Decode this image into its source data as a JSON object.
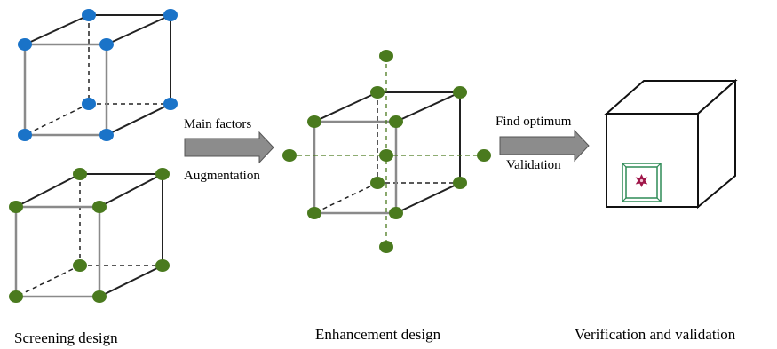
{
  "captions": {
    "screening": "Screening design",
    "enhancement": "Enhancement design",
    "verification": "Verification and validation"
  },
  "arrows": {
    "first": {
      "top_label": "Main factors",
      "bottom_label": "Augmentation"
    },
    "second": {
      "top_label": "Find optimum",
      "bottom_label": "Validation"
    }
  },
  "colors": {
    "blue_point": "#1a73c8",
    "green_point": "#4a7a1e",
    "edge_solid": "#222222",
    "edge_gray": "#8a8a8a",
    "axis_dashed": "#4a7a1e",
    "arrow_fill": "#8c8c8c",
    "optimum_box": "#2e8b57",
    "optimum_star": "#a0174a"
  },
  "icons": {
    "optimum_marker": "star-burst-icon"
  }
}
